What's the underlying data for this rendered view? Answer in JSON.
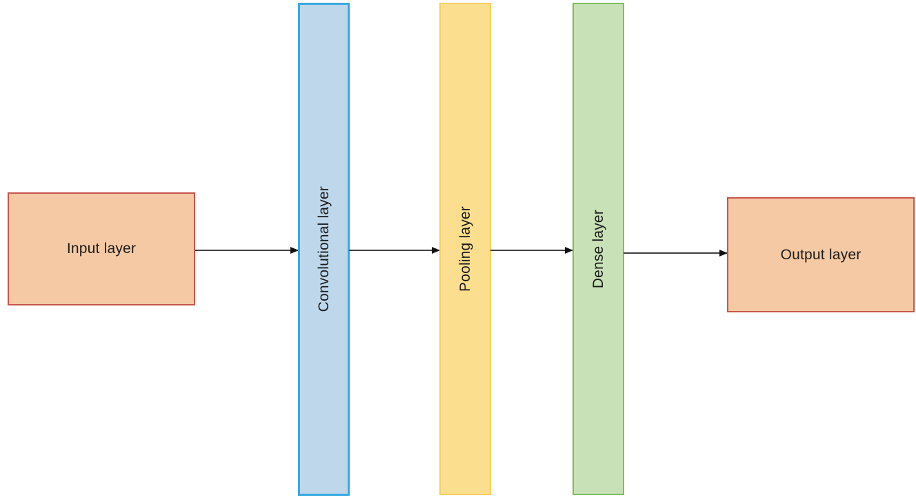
{
  "diagram": {
    "background": "#ffffff",
    "text_color": "#1b1b1b",
    "arrow_line_color": "#3f3f3f",
    "arrow_head_color": "#101010",
    "nodes": [
      {
        "id": "input",
        "label": "Input layer",
        "shape": "box",
        "fill": "#f5c9a3",
        "border": "#c9544b"
      },
      {
        "id": "conv",
        "label": "Convolutional layer",
        "shape": "vertical-bar",
        "fill": "#bed7ea",
        "border": "#36a9e0"
      },
      {
        "id": "pool",
        "label": "Pooling layer",
        "shape": "vertical-bar",
        "fill": "#fcdf8e",
        "border": "#f4d063"
      },
      {
        "id": "dense",
        "label": "Dense layer",
        "shape": "vertical-bar",
        "fill": "#c8e1b7",
        "border": "#84ba5d"
      },
      {
        "id": "output",
        "label": "Output layer",
        "shape": "box",
        "fill": "#f5c9a3",
        "border": "#c9544b"
      }
    ],
    "edges": [
      {
        "from": "Input layer",
        "to": "Convolutional layer",
        "style": "arrow-right"
      },
      {
        "from": "Convolutional layer",
        "to": "Pooling layer",
        "style": "arrow-right"
      },
      {
        "from": "Pooling layer",
        "to": "Dense layer",
        "style": "arrow-right"
      },
      {
        "from": "Dense layer",
        "to": "Output layer",
        "style": "arrow-right"
      }
    ]
  }
}
